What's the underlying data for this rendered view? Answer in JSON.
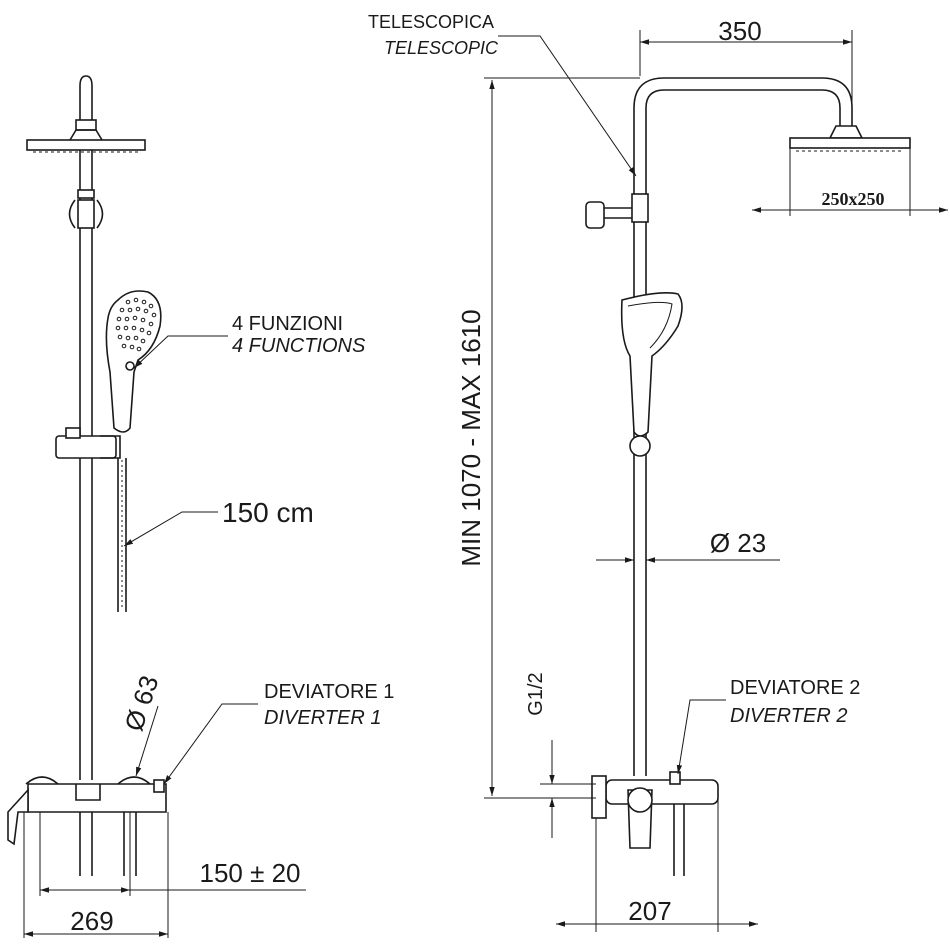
{
  "labels": {
    "telescopic_it": "TELESCOPICA",
    "telescopic_en": "TELESCOPIC",
    "functions_it": "4 FUNZIONI",
    "functions_en": "4 FUNCTIONS",
    "hose_length": "150 cm",
    "diverter1_it": "DEVIATORE 1",
    "diverter1_en": "DIVERTER 1",
    "diverter2_it": "DEVIATORE 2",
    "diverter2_en": "DIVERTER 2",
    "thread": "G1/2"
  },
  "dimensions": {
    "arm_length": "350",
    "head_size": "250x250",
    "height_range": "MIN 1070 - MAX 1610",
    "bar_diameter": "Ø 23",
    "knob_diameter": "Ø 63",
    "center_distance": "150 ± 20",
    "mixer_width": "269",
    "mixer_depth": "207"
  }
}
